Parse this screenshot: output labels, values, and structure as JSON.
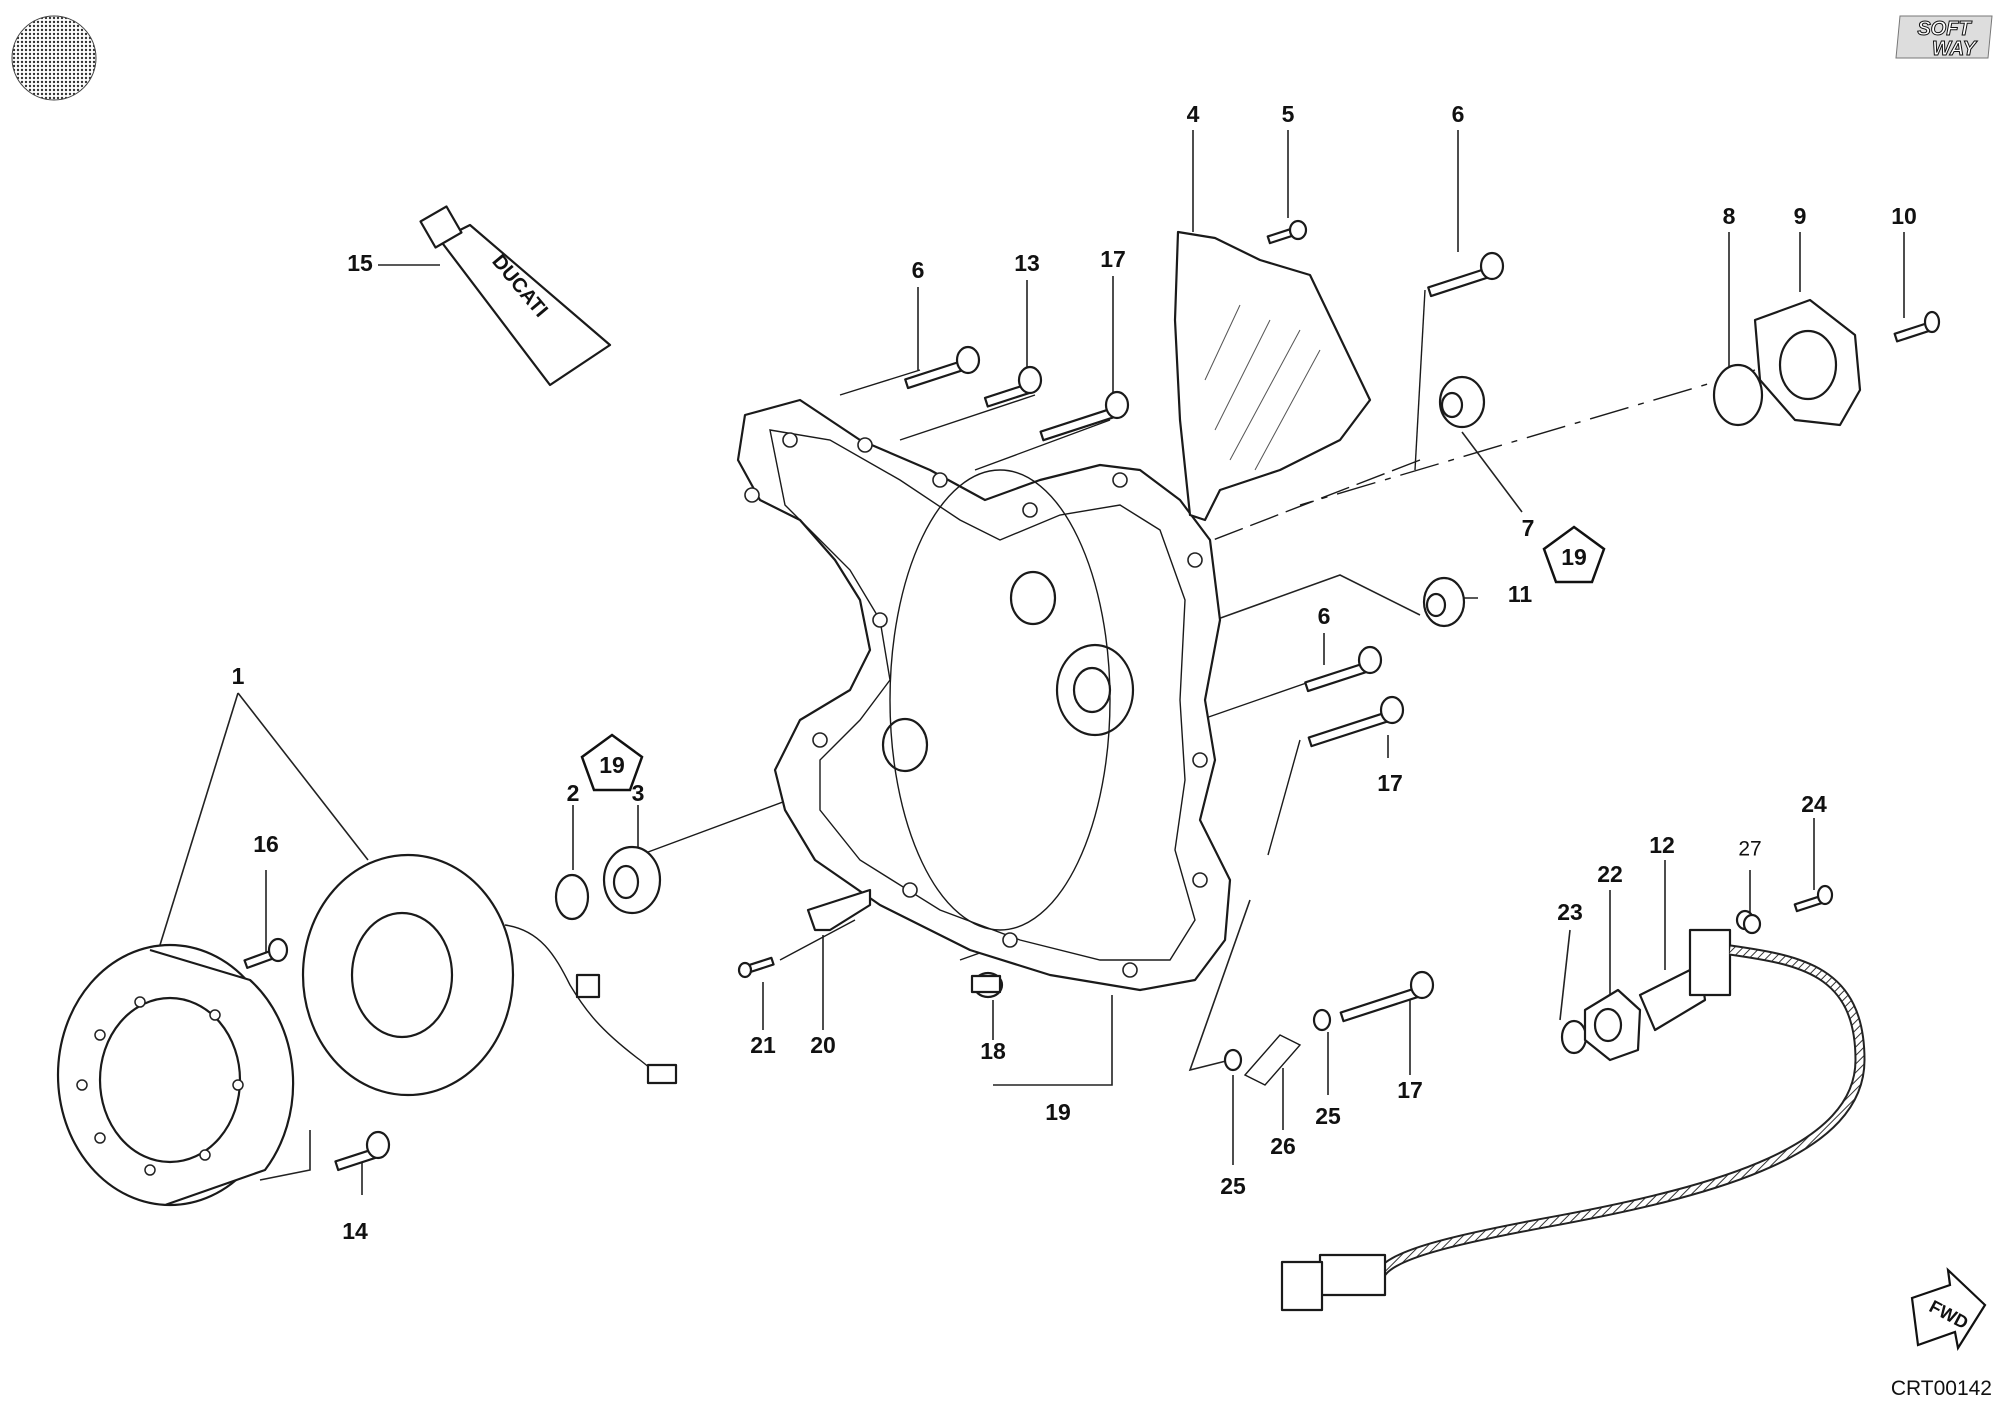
{
  "diagram": {
    "brand_logo": [
      "SOFT",
      "WAY"
    ],
    "tube_label": "DUCATI",
    "direction_label": "FWD",
    "drawing_code": "CRT00142",
    "badge_number": "19",
    "callouts": [
      {
        "id": "c1",
        "label": "1"
      },
      {
        "id": "c2",
        "label": "2"
      },
      {
        "id": "c3",
        "label": "3"
      },
      {
        "id": "c4",
        "label": "4"
      },
      {
        "id": "c5",
        "label": "5"
      },
      {
        "id": "c6a",
        "label": "6"
      },
      {
        "id": "c6b",
        "label": "6"
      },
      {
        "id": "c6c",
        "label": "6"
      },
      {
        "id": "c7",
        "label": "7"
      },
      {
        "id": "c8",
        "label": "8"
      },
      {
        "id": "c9",
        "label": "9"
      },
      {
        "id": "c10",
        "label": "10"
      },
      {
        "id": "c11",
        "label": "11"
      },
      {
        "id": "c12",
        "label": "12"
      },
      {
        "id": "c13",
        "label": "13"
      },
      {
        "id": "c14",
        "label": "14"
      },
      {
        "id": "c15",
        "label": "15"
      },
      {
        "id": "c16",
        "label": "16"
      },
      {
        "id": "c17a",
        "label": "17"
      },
      {
        "id": "c17b",
        "label": "17"
      },
      {
        "id": "c17c",
        "label": "17"
      },
      {
        "id": "c18",
        "label": "18"
      },
      {
        "id": "c19",
        "label": "19"
      },
      {
        "id": "c20",
        "label": "20"
      },
      {
        "id": "c21",
        "label": "21"
      },
      {
        "id": "c22",
        "label": "22"
      },
      {
        "id": "c23",
        "label": "23"
      },
      {
        "id": "c24",
        "label": "24"
      },
      {
        "id": "c25a",
        "label": "25"
      },
      {
        "id": "c25b",
        "label": "25"
      },
      {
        "id": "c26",
        "label": "26"
      },
      {
        "id": "c27",
        "label": "27"
      }
    ]
  }
}
